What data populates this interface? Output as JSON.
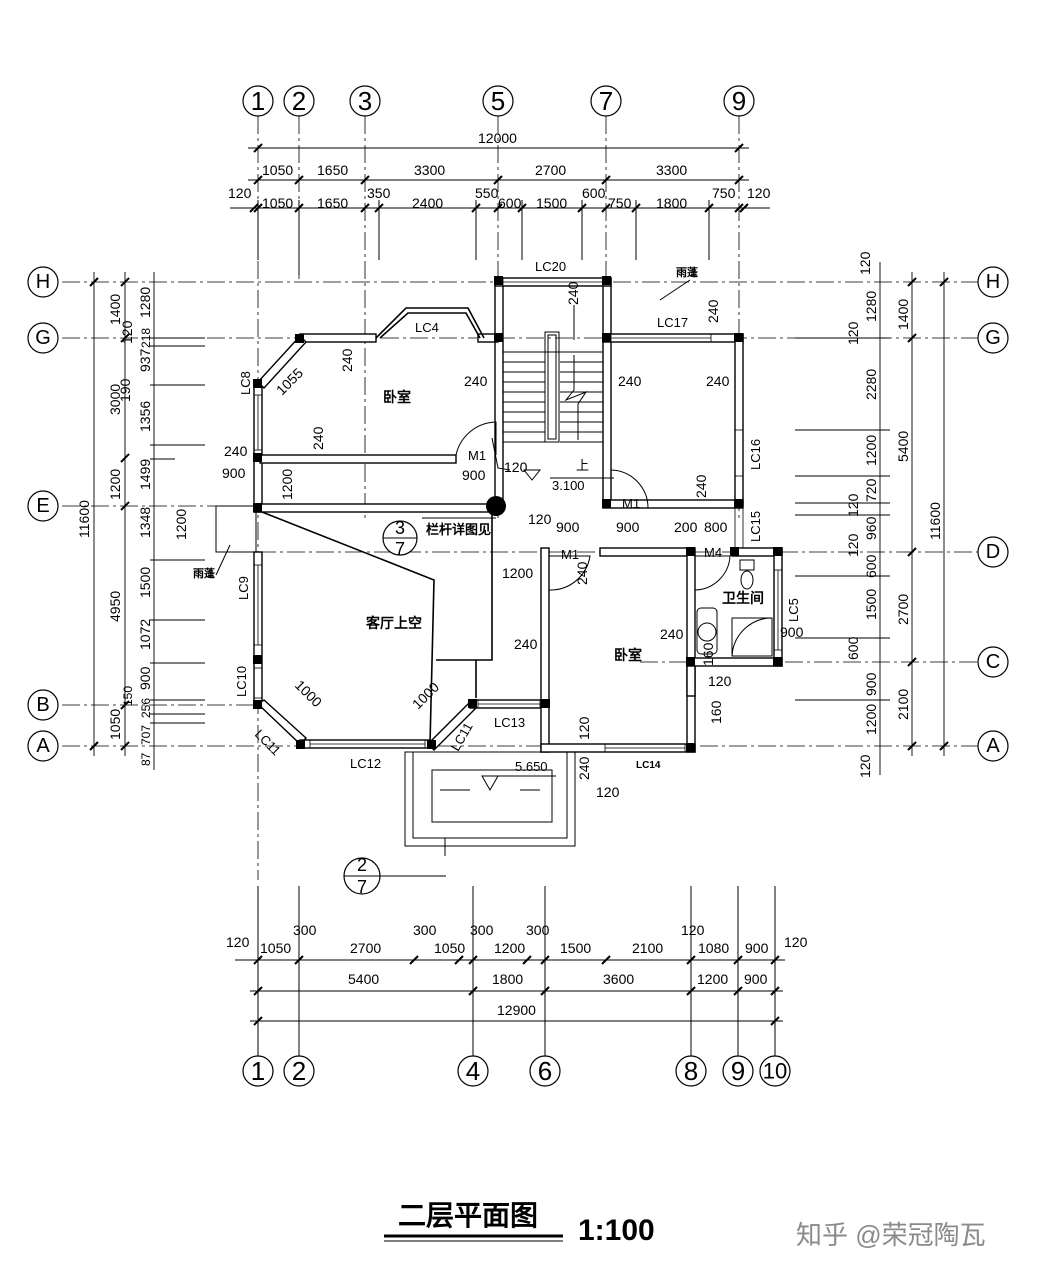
{
  "title": "二层平面图",
  "scale": "1:100",
  "watermark": "知乎 @荣冠陶瓦",
  "axes_top": [
    "1",
    "2",
    "3",
    "5",
    "7",
    "9"
  ],
  "axes_bottom": [
    "1",
    "2",
    "4",
    "6",
    "8",
    "9",
    "10"
  ],
  "axes_left": [
    "H",
    "G",
    "E",
    "B",
    "A"
  ],
  "axes_right": [
    "H",
    "G",
    "D",
    "C",
    "A"
  ],
  "dims_top_total": "12000",
  "dims_top_row1": [
    "1050",
    "1650",
    "3300",
    "2700",
    "3300"
  ],
  "dims_top_row2": [
    "120",
    "1050",
    "1650",
    "350",
    "2400",
    "550",
    "600",
    "1500",
    "600",
    "750",
    "1800",
    "750",
    "120"
  ],
  "dims_bottom_row1": [
    "120",
    "1050",
    "300",
    "2700",
    "300",
    "1050",
    "300",
    "1200",
    "300",
    "1500",
    "2100",
    "120",
    "1080",
    "900",
    "120"
  ],
  "dims_bottom_row2": [
    "5400",
    "1800",
    "3600",
    "1200",
    "900"
  ],
  "dims_bottom_total": "12900",
  "dims_left_total": "11600",
  "dims_left_row1": [
    "1400",
    "3000",
    "1200",
    "4950",
    "1050"
  ],
  "dims_left_row2": [
    "1280",
    "120",
    "937",
    "218",
    "190",
    "1356",
    "1499",
    "1348",
    "1500",
    "1072",
    "900",
    "150",
    "256",
    "707",
    "87"
  ],
  "dims_right_total": "11600",
  "dims_right_row1": [
    "1400",
    "5400",
    "2700",
    "2100"
  ],
  "dims_right_row2": [
    "120",
    "1280",
    "120",
    "2280",
    "1200",
    "720",
    "120",
    "960",
    "120",
    "600",
    "1500",
    "600",
    "900",
    "1200",
    "120"
  ],
  "rooms": {
    "bedroom_left": "卧室",
    "living_void": "客厅上空",
    "bedroom_right": "卧室",
    "bathroom": "卫生间",
    "canopy_left": "雨蓬",
    "canopy_right": "雨蓬",
    "railing_note": "栏杆详图见"
  },
  "windows": [
    "LC20",
    "LC4",
    "LC17",
    "LC8",
    "LC16",
    "LC15",
    "LC9",
    "LC5",
    "LC10",
    "LC11",
    "LC12",
    "LC11",
    "LC13",
    "LC14"
  ],
  "doors": [
    "M1",
    "M1",
    "M1",
    "M4"
  ],
  "levels": [
    "3.100",
    "5.650"
  ],
  "stair_label": "上",
  "detail_callouts": [
    {
      "num": "3",
      "den": "7"
    },
    {
      "num": "2",
      "den": "7"
    }
  ],
  "interior_dims": [
    "240",
    "240",
    "240",
    "240",
    "240",
    "240",
    "240",
    "240",
    "240",
    "900",
    "900",
    "120",
    "900",
    "120",
    "900",
    "200",
    "800",
    "1200",
    "1200",
    "1200",
    "1055",
    "1000",
    "1000",
    "240",
    "240",
    "240",
    "160",
    "120",
    "160",
    "120",
    "240",
    "120",
    "900"
  ]
}
